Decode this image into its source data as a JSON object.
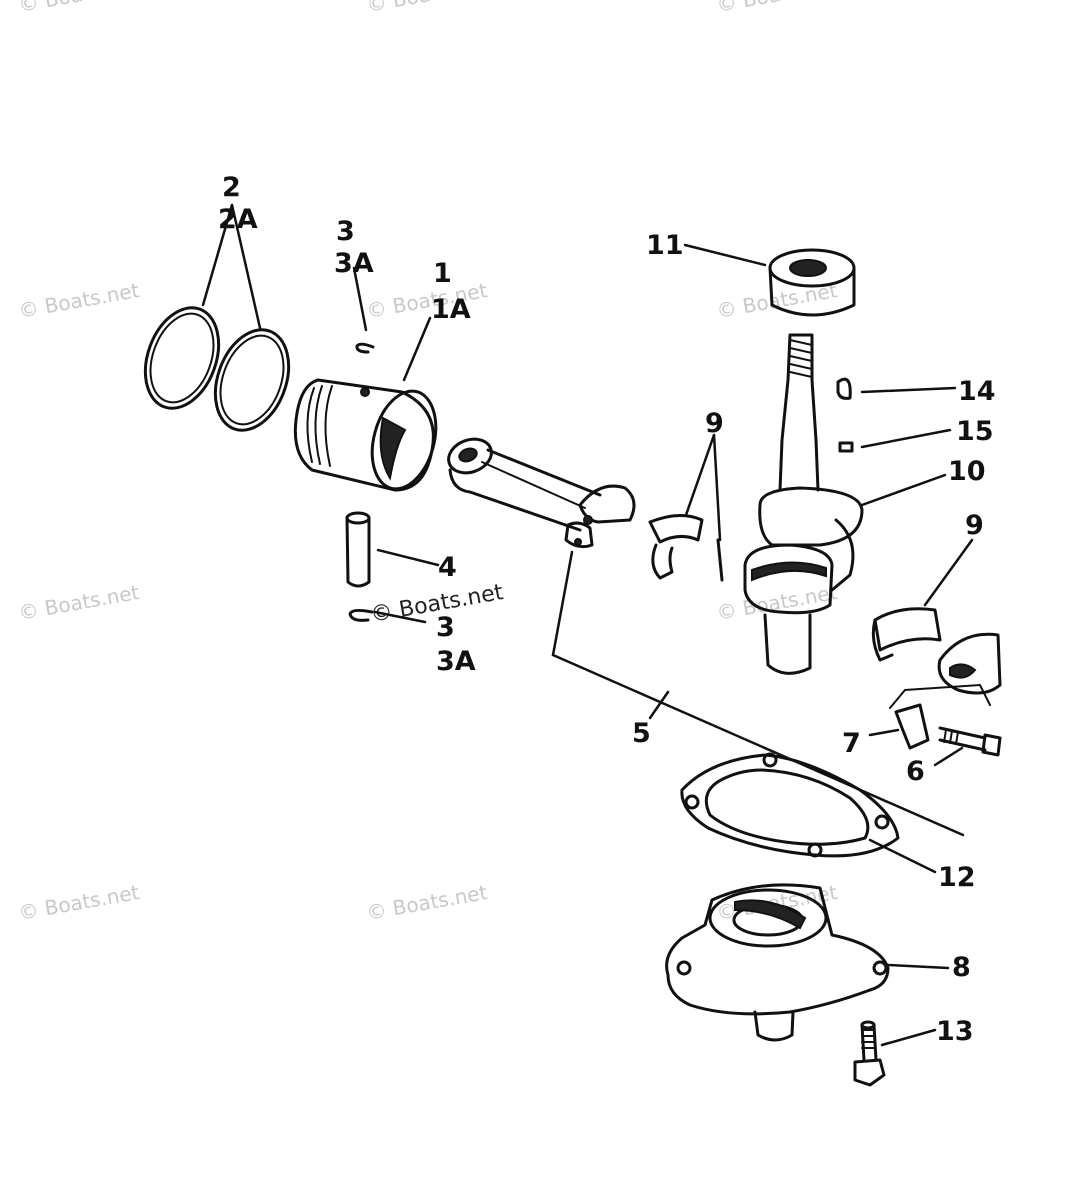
{
  "watermark": {
    "text": "© Boats.net"
  },
  "callouts": {
    "c1": "1",
    "c1a": "1A",
    "c2": "2",
    "c2a": "2A",
    "c3top": "3",
    "c3atop": "3A",
    "c3bot": "3",
    "c3abot": "3A",
    "c4": "4",
    "c5": "5",
    "c6": "6",
    "c7": "7",
    "c8": "8",
    "c9a": "9",
    "c9b": "9",
    "c10": "10",
    "c11": "11",
    "c12": "12",
    "c13": "13",
    "c14": "14",
    "c15": "15"
  }
}
